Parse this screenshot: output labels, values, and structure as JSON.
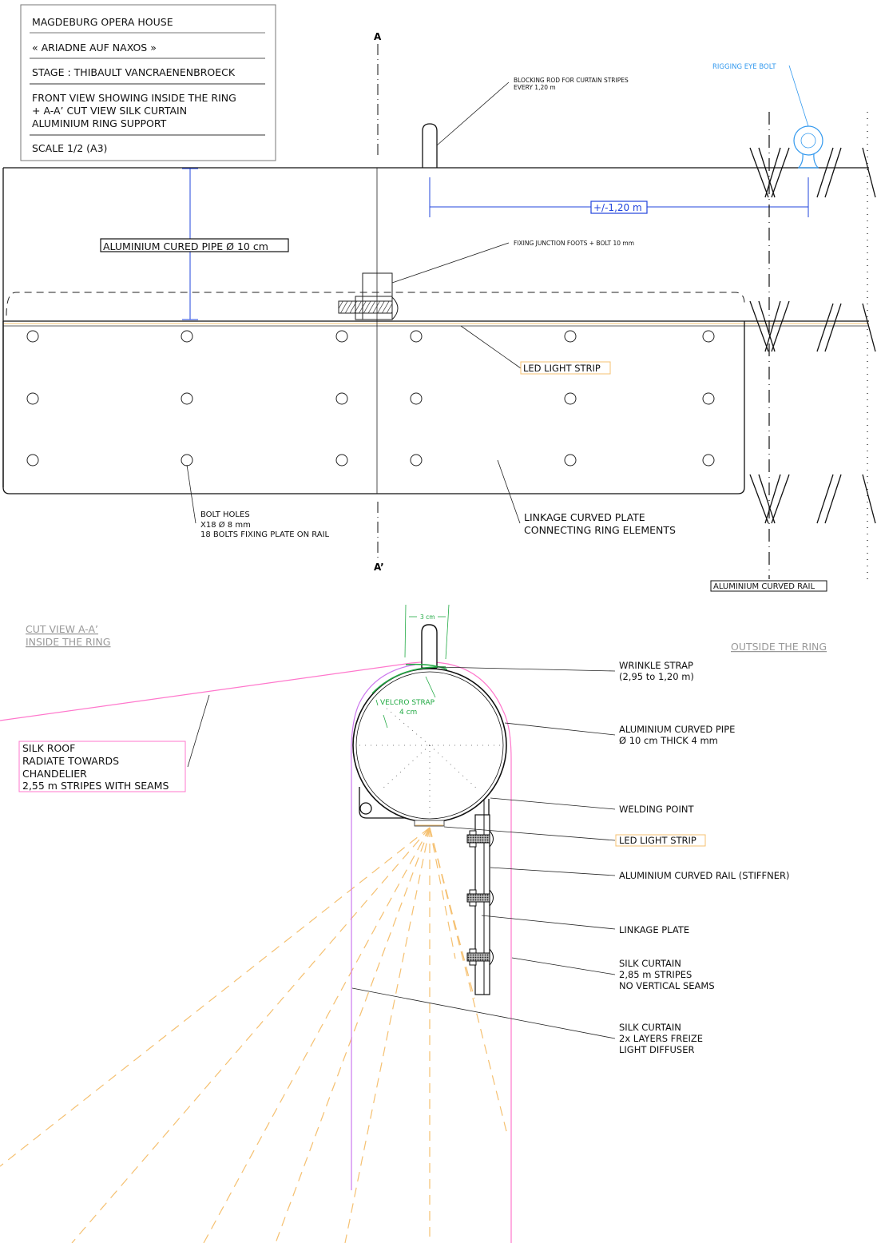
{
  "title_block": {
    "venue": "MAGDEBURG OPERA HOUSE",
    "production": "« ARIADNE AUF NAXOS »",
    "stage": "STAGE : THIBAULT VANCRAENENBROECK",
    "description": [
      "FRONT VIEW SHOWING INSIDE THE RING",
      "+ A-A’ CUT VIEW SILK CURTAIN",
      "ALUMINIUM RING SUPPORT"
    ],
    "scale": "SCALE 1/2 (A3)"
  },
  "front_view": {
    "section_top": "A",
    "section_bottom": "A’",
    "pipe_label": "ALUMINIUM CURED PIPE Ø 10 cm",
    "blocking_rod": [
      "BLOCKING ROD FOR CURTAIN STRIPES",
      "EVERY 1,20 m"
    ],
    "rigging_eye_bolt": "RIGGING EYE BOLT",
    "spacing_dim": "+/-1,20 m",
    "fixing_junction": "FIXING JUNCTION FOOTS + BOLT 10 mm",
    "led_strip": "LED LIGHT STRIP",
    "bolt_holes": [
      "BOLT HOLES",
      "X18 Ø 8 mm",
      "18 BOLTS FIXING PLATE ON RAIL"
    ],
    "linkage_plate": [
      "LINKAGE CURVED PLATE",
      "CONNECTING RING ELEMENTS"
    ],
    "rail_label": "ALUMINIUM CURVED RAIL"
  },
  "cut_view": {
    "inside": [
      "CUT VIEW A-A’",
      "INSIDE THE RING"
    ],
    "outside": "OUTSIDE THE RING",
    "rod_width": "3 cm",
    "velcro": [
      "VELCRO STRAP",
      "4 cm"
    ],
    "silk_roof": [
      "SILK ROOF",
      "RADIATE TOWARDS",
      "CHANDELIER",
      "2,55 m STRIPES WITH SEAMS"
    ],
    "callouts": {
      "wrinkle": [
        "WRINKLE STRAP",
        "(2,95 to 1,20 m)"
      ],
      "pipe": [
        "ALUMINIUM CURVED PIPE",
        "Ø 10 cm THICK 4 mm"
      ],
      "welding": "WELDING POINT",
      "led": "LED LIGHT STRIP",
      "rail": "ALUMINIUM CURVED RAIL (STIFFNER)",
      "linkage": "LINKAGE PLATE",
      "curtain": [
        "SILK CURTAIN",
        "2,85 m STRIPES",
        "NO VERTICAL SEAMS"
      ],
      "diffuser": [
        "SILK CURTAIN",
        "2x LAYERS FREIZE",
        "LIGHT DIFFUSER"
      ]
    }
  },
  "colors": {
    "dimension": "#2244dd",
    "rigging": "#3399ee",
    "led": "#f5c070",
    "silk": "#ff77cc",
    "velcro": "#22aa44"
  }
}
